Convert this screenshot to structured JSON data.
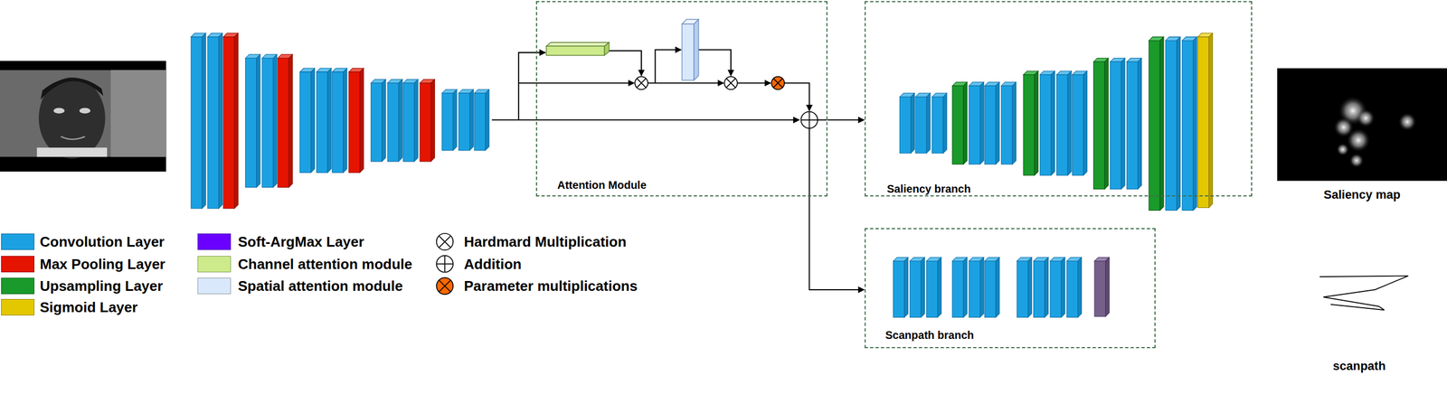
{
  "diagram": {
    "nodes": [
      {
        "text": [
          "Attention Module"
        ]
      },
      {
        "text": [
          "Saliency branch"
        ]
      },
      {
        "text": [
          "Scanpath branch"
        ]
      }
    ],
    "edges": [
      {
        "from": 0,
        "to": 1,
        "arrow": "to"
      },
      {
        "from": 0,
        "to": 2,
        "arrow": "to"
      }
    ],
    "labels": [
      "Saliency map",
      "scanpath"
    ],
    "legend": [
      {
        "text": "Convolution Layer",
        "color": "#1ba1e2"
      },
      {
        "text": "Max Pooling Layer",
        "color": "#e51400"
      },
      {
        "text": "Upsampling Layer",
        "color": "#1a9a2a"
      },
      {
        "text": "Sigmoid Layer",
        "color": "#e3c800"
      },
      {
        "text": "Soft-ArgMax Layer",
        "color": "#6a00ff"
      },
      {
        "text": "Channel attention module",
        "color": "#cdeb8b"
      },
      {
        "text": "Spatial attention module",
        "color": "#dae8fc"
      },
      {
        "text": "Hardmard Multiplication"
      },
      {
        "text": "Addition"
      },
      {
        "text": "Parameter multiplications"
      }
    ]
  }
}
